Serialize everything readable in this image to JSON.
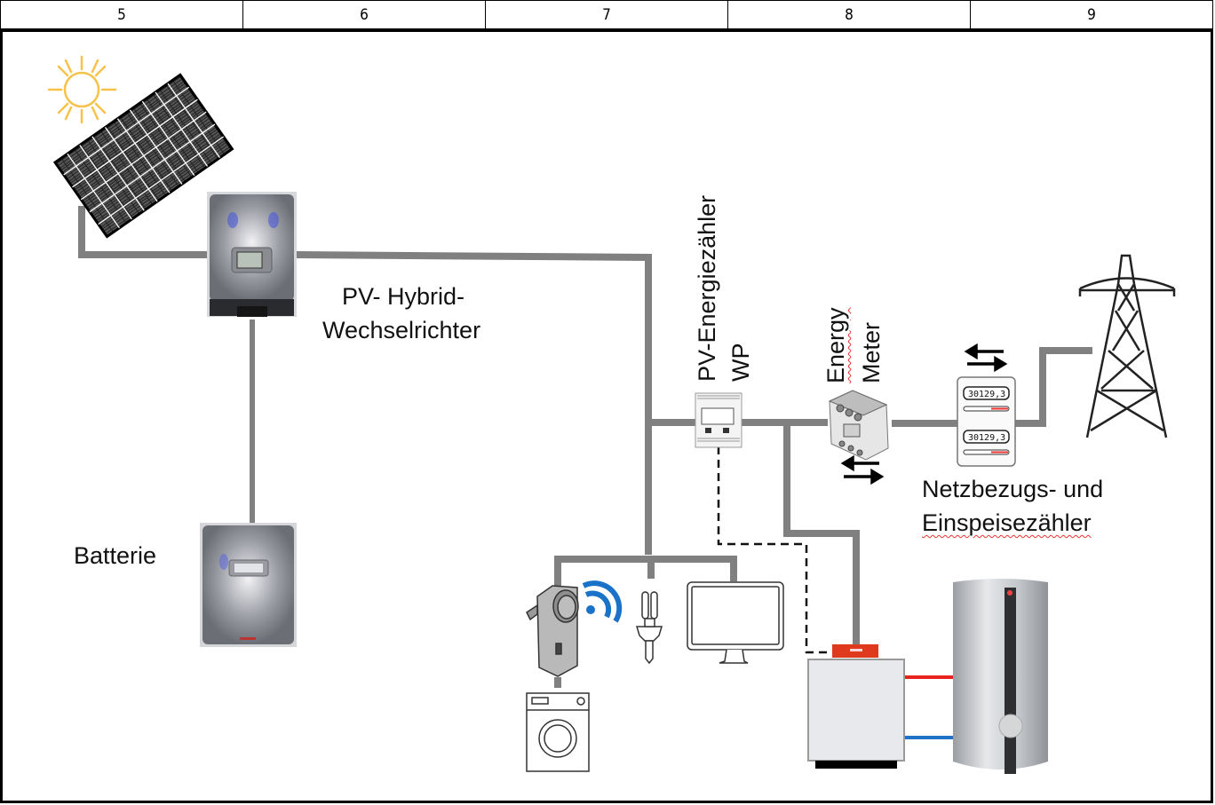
{
  "header": {
    "columns": [
      "5",
      "6",
      "7",
      "8",
      "9"
    ]
  },
  "labels": {
    "inverter_line1": "PV- Hybrid-",
    "inverter_line2": "Wechselrichter",
    "battery": "Batterie",
    "pv_meter_line1": "PV-Energiezähler",
    "pv_meter_line2": "WP",
    "energy_meter_line1": "Energy",
    "energy_meter_line2": "Meter",
    "grid_meter_line1": "Netzbezugs- und",
    "grid_meter_line2": "Einspeisezähler",
    "meter_reading_1": "30129,3",
    "meter_reading_2": "30129,3"
  },
  "colors": {
    "wire": "#808080",
    "sun": "#f7c24a",
    "wifi": "#1a73c8",
    "hot_pipe": "#e8231f",
    "cold_pipe": "#1e73c8",
    "heatpump_top": "#e03a1e"
  }
}
